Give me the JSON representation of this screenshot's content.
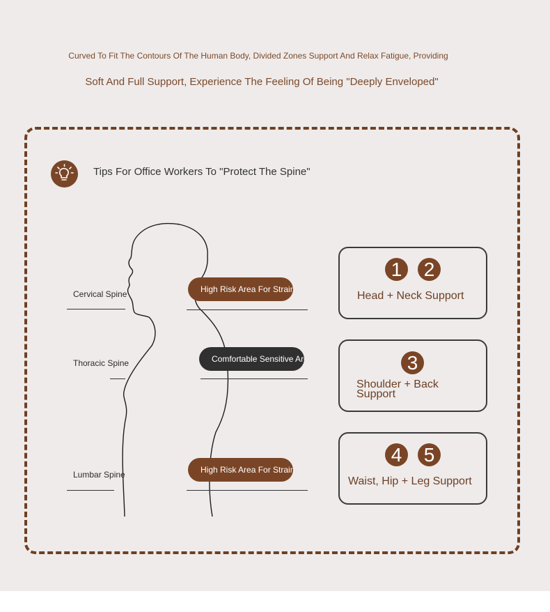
{
  "header": {
    "line1": "Curved To Fit The Contours Of The Human Body, Divided Zones Support And Relax Fatigue, Providing",
    "line2": "Soft And Full Support, Experience The Feeling Of Being \"Deeply Enveloped\""
  },
  "tips": {
    "icon": "lightbulb-icon",
    "title": "Tips For Office Workers To \"Protect The Spine\""
  },
  "spine_zones": [
    {
      "label": "Cervical Spine",
      "tag": "High Risk Area For Strain"
    },
    {
      "label": "Thoracic Spine",
      "tag": "Comfortable Sensitive Area"
    },
    {
      "label": "Lumbar Spine",
      "tag": "High Risk Area For Strain"
    }
  ],
  "support_cards": [
    {
      "numbers": [
        "1",
        "2"
      ],
      "label": "Head + Neck Support"
    },
    {
      "numbers": [
        "3"
      ],
      "label": "Shoulder + Back Support"
    },
    {
      "numbers": [
        "4",
        "5"
      ],
      "label": "Waist, Hip + Leg Support"
    }
  ],
  "colors": {
    "background": "#efebea",
    "accent_brown": "#7a4526",
    "dark_pill": "#303030",
    "text_brown": "#7a4a2c"
  }
}
